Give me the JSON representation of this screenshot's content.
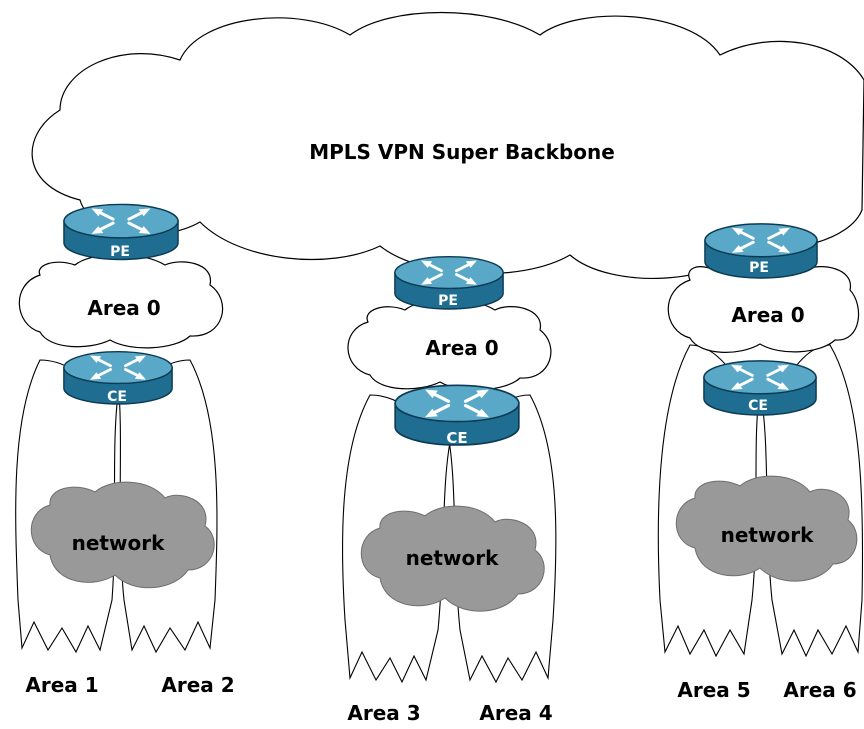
{
  "backbone": {
    "label": "MPLS VPN Super Backbone"
  },
  "sites": [
    {
      "pe_label": "PE",
      "ce_label": "CE",
      "area0_label": "Area 0",
      "network_label": "network",
      "left_area_label": "Area 1",
      "right_area_label": "Area 2"
    },
    {
      "pe_label": "PE",
      "ce_label": "CE",
      "area0_label": "Area 0",
      "network_label": "network",
      "left_area_label": "Area 3",
      "right_area_label": "Area 4"
    },
    {
      "pe_label": "PE",
      "ce_label": "CE",
      "area0_label": "Area 0",
      "network_label": "network",
      "left_area_label": "Area 5",
      "right_area_label": "Area 6"
    }
  ],
  "colors": {
    "router_top": "#5aa8c8",
    "router_side": "#1f6e92",
    "network_cloud": "#999999"
  },
  "icons": {
    "router": "router-icon"
  }
}
